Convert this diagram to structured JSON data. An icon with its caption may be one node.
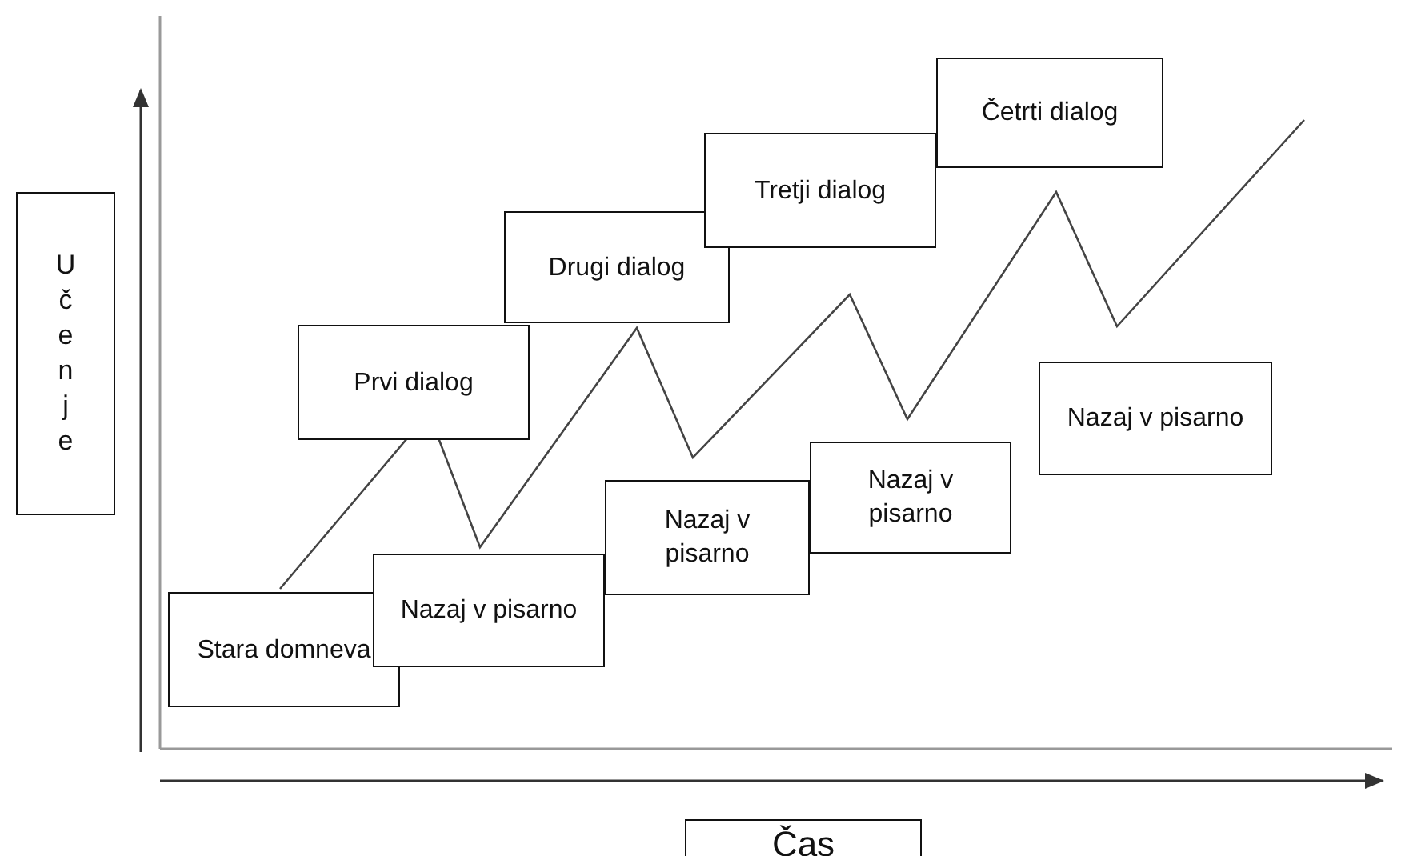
{
  "diagram": {
    "nodes": [
      {
        "text": [
          "U č e n j e"
        ]
      },
      {
        "text": [
          "Četrti dialog"
        ]
      },
      {
        "text": [
          "Tretji dialog"
        ]
      },
      {
        "text": [
          "Drugi dialog"
        ]
      },
      {
        "text": [
          "Prvi dialog"
        ]
      },
      {
        "text": [
          "Nazaj v pisarno"
        ]
      },
      {
        "text": [
          "Nazaj v pisarno"
        ]
      },
      {
        "text": [
          "Nazaj v pisarno"
        ]
      },
      {
        "text": [
          "Stara domneva"
        ]
      },
      {
        "text": [
          "Nazaj v pisarno"
        ]
      },
      {
        "text": [
          "Čas"
        ]
      }
    ]
  }
}
